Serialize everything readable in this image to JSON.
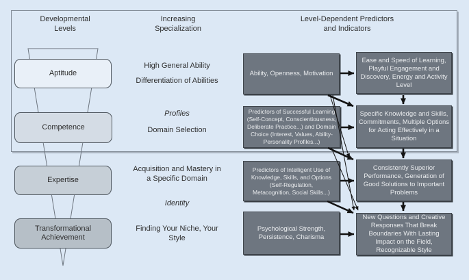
{
  "header": {
    "developmental_levels": "Developmental\nLevels",
    "increasing_specialization": "Increasing\nSpecialization",
    "level_dependent": "Level-Dependent Predictors\nand Indicators"
  },
  "levels": [
    {
      "label": "Aptitude"
    },
    {
      "label": "Competence"
    },
    {
      "label": "Expertise"
    },
    {
      "label": "Transformational\nAchievement"
    }
  ],
  "specialization": [
    {
      "text": "High General Ability"
    },
    {
      "text": "Differentiation of Abilities"
    },
    {
      "text": "Profiles"
    },
    {
      "text": "Domain Selection"
    },
    {
      "text": "Acquisition and Mastery in\na Specific Domain"
    },
    {
      "text": "Identity"
    },
    {
      "text": "Finding Your Niche, Your\nStyle"
    }
  ],
  "predictors": [
    {
      "text": "Ability, Openness, Motivation"
    },
    {
      "text": "Predictors of Successful Learning\n(Self-Concept, Conscientiousness,\nDeliberate Practice...) and Domain\nChoice (Interest, Values, Ability-\nPersonality Profiles...)"
    },
    {
      "text": "Predictors of Intelligent Use of\nKnowledge, Skills, and Options\n(Self-Regulation,\nMetacognition, Social Skills...)"
    },
    {
      "text": "Psychological Strength,\nPersistence, Charisma"
    }
  ],
  "indicators": [
    {
      "text": "Ease and Speed of Learning,\nPlayful Engagement and\nDiscovery, Energy and Activity\nLevel"
    },
    {
      "text": "Specific Knowledge and Skills,\nCommitments, Multiple Options\nfor Acting Effectively in a\nSituation"
    },
    {
      "text": "Consistently Superior\nPerformance, Generation of\nGood Solutions to Important\nProblems"
    },
    {
      "text": "New Questions and Creative\nResponses That Break\nBoundaries With Lasting\nImpact on the Field,\nRecognizable Style"
    }
  ],
  "colors": {
    "background": "#dce8f5",
    "frame_border": "#7e8893",
    "funnel_line": "#6d757f",
    "arrow": "#141414",
    "gray_box_fill": "#6e7680",
    "gray_box_text": "#e9ebed",
    "level_fills": [
      "#e9f0f8",
      "#d4dce5",
      "#c6cfd7",
      "#b6bfc7"
    ]
  }
}
